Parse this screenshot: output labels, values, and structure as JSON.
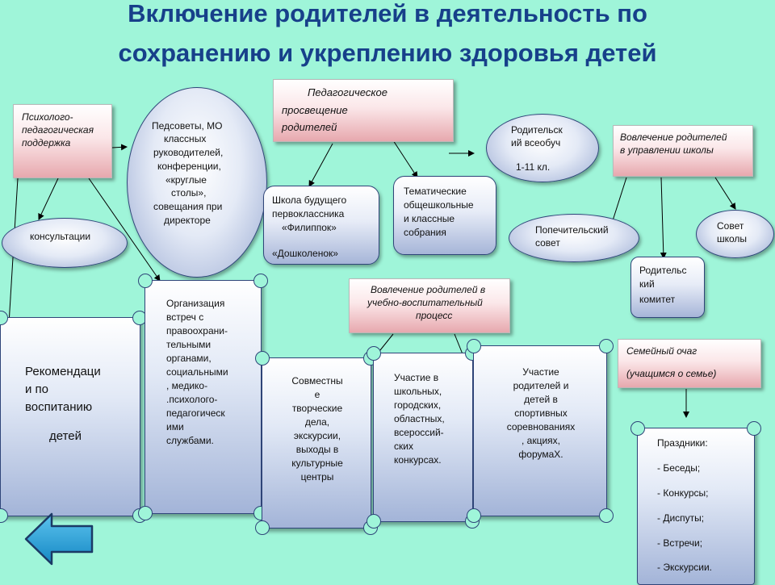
{
  "title": {
    "line1": "Включение родителей в деятельность по",
    "line2": "сохранению и укреплению здоровья детей"
  },
  "headers": {
    "psych": [
      "Психолого-",
      "педагогическая",
      "поддержка"
    ],
    "ped": [
      "Педагогическое",
      "просвещение",
      "родителей"
    ],
    "mgmt": [
      "Вовлечение родителей",
      "в управлении школы"
    ],
    "edu": [
      "Вовлечение родителей в",
      "учебно-воспитательный",
      "процесс"
    ],
    "family": [
      "Семейный очаг",
      "(учащимся о семье)"
    ]
  },
  "nodes": {
    "consult": "консультации",
    "councils": [
      "Педсоветы, МО",
      "классных",
      "руководителей,",
      "конференции,",
      "«круглые",
      "столы»,",
      "совещания при",
      "директоре"
    ],
    "school_future": [
      "Школа будущего",
      "первоклассника",
      "«Филиппок»",
      "",
      "«Дошколенок»"
    ],
    "thematic": [
      "Тематические",
      "общешкольные",
      "и классные",
      "собрания"
    ],
    "vseobuch": [
      "Родительск",
      "ий всеобуч",
      "",
      "1-11 кл."
    ],
    "trustees": [
      "Попечительский",
      "совет"
    ],
    "school_council": [
      "Совет",
      "школы"
    ],
    "parent_committee": [
      "Родительс",
      "кий",
      "комитет"
    ],
    "recommendations": [
      "Рекомендаци",
      "и по",
      "воспитанию",
      "",
      "детей"
    ],
    "meetings": [
      "Организация",
      "встреч с",
      "правоохрани-",
      "тельными",
      "органами,",
      "социальными",
      ", медико-",
      ".психолого-",
      "педагогическ",
      "ими",
      "службами."
    ],
    "joint": [
      "Совместны",
      "е",
      "творческие",
      "дела,",
      "экскурсии,",
      "выходы в",
      "культурные",
      "центры"
    ],
    "contests": [
      "Участие в",
      "школьных,",
      "городских,",
      "областных,",
      "всероссий-",
      "ских",
      "конкурсах."
    ],
    "sports": [
      "Участие",
      "родителей и",
      "детей в",
      "спортивных",
      "соревнованиях",
      ", акциях,",
      "форумаХ."
    ],
    "holidays": [
      "Праздники:",
      "",
      "- Беседы;",
      "",
      "- Конкурсы;",
      "",
      "- Диспуты;",
      "",
      "- Встречи;",
      "",
      "- Экскурсии."
    ]
  },
  "colors": {
    "background": "#9ff5d9",
    "title": "#17408a",
    "arrow": "#1a9ad6"
  },
  "icons": {
    "back": "back-arrow-icon"
  }
}
